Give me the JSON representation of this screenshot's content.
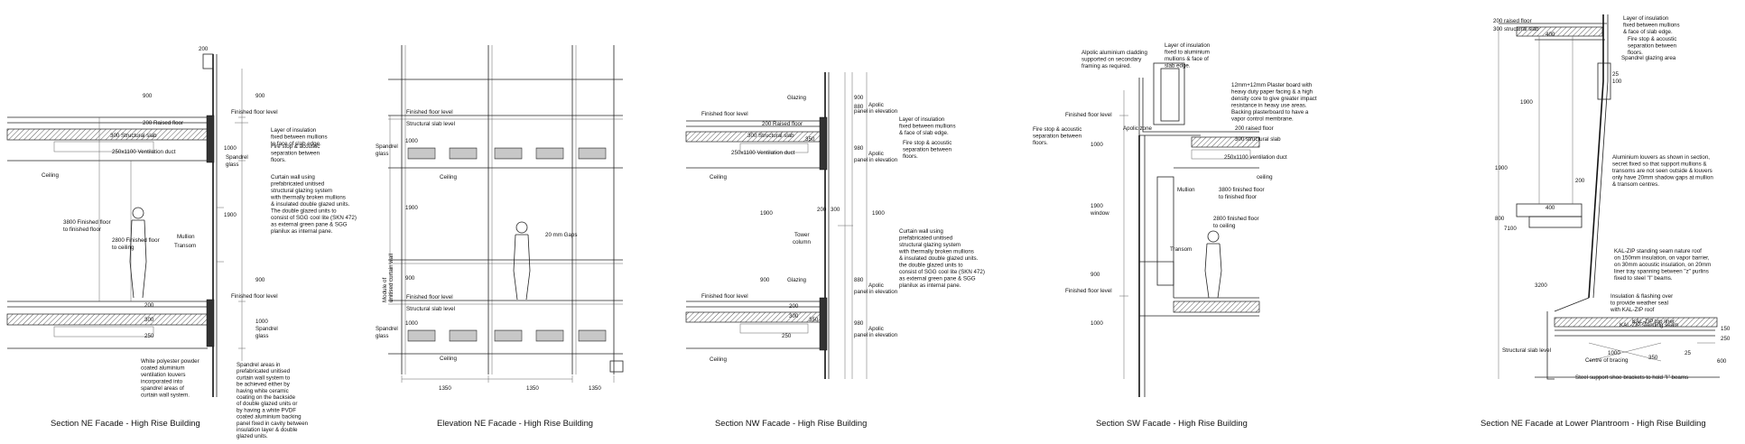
{
  "panels": [
    {
      "caption": "Section NE Facade - High Rise Building",
      "dims": [
        "200",
        "900",
        "900",
        "1000",
        "1900",
        "900",
        "1000"
      ],
      "labels": [
        "200 Raised floor",
        "300 Structural slab",
        "250x1100 Ventilation duct",
        "Ceiling",
        "3800 Finished floor\nto finished floor",
        "2800 Finished floor\nto ceiling",
        "Mullion",
        "Transom",
        "200",
        "300",
        "250",
        "Finished floor level",
        "Spandrel\nglass",
        "Finished floor level",
        "Spandrel\nglass"
      ],
      "notes": [
        "Layer of insulation\nfixed between mullions\nto face of slab edge.",
        "Fire stop & acoustic\nseparation between\nfloors.",
        "Curtain wall using\nprefabricated unitised\nstructural glazing system\nwith thermally broken mullions\n& insulated double glazed units.\nThe double glazed units to\nconsist of SGG cool lite (SKN 472)\nas external green pane & SGG\nplanilux as internal pane.",
        "White polyester powder\ncoated aluminium\nventilation louvers\nincorporated into\nspandrel areas of\ncurtain wall system.",
        "Spandrel areas in\nprefabricated unitised\ncurtain wall system to\nbe achieved either by\nhaving white ceramic\ncoating on the backside\nof double glazed units or\nby having a white PVDF\ncoated aluminium backing\npanel fixed in cavity between\ninsulation layer & double\nglazed units."
      ]
    },
    {
      "caption": "Elevation NE Facade - High Rise Building",
      "dims": [
        "1000",
        "1900",
        "900",
        "1000",
        "1350",
        "1350",
        "1350"
      ],
      "labels": [
        "Finished floor level",
        "Structural slab level",
        "Spandrel\nglass",
        "Ceiling",
        "Module of\nunitised curtain wall",
        "20 mm Gaps",
        "Finished floor level",
        "Structural slab level",
        "Spandrel\nglass",
        "Ceiling"
      ]
    },
    {
      "caption": "Section NW Facade - High Rise Building",
      "dims": [
        "900",
        "880",
        "980",
        "1900",
        "200",
        "300",
        "1900",
        "900",
        "880",
        "980"
      ],
      "labels": [
        "Glazing",
        "Finished floor level",
        "200 Raised floor",
        "300 Structural slab",
        "350",
        "250x1100 Ventilation duct",
        "Ceiling",
        "Tower\ncolumn",
        "Glazing",
        "Finished floor level",
        "200",
        "300",
        "350",
        "250",
        "Ceiling",
        "Apolic\npanel in elevation",
        "Apolic\npanel in elevation",
        "Apolic\npanel in elevation",
        "Apolic\npanel in elevation"
      ],
      "notes": [
        "Layer of insulation\nfixed between mullions\n& face of slab edge.",
        "Fire stop & acoustic\nseparation between\nfloors.",
        "Curtain wall using\nprefabricated unitised\nstructural glazing system\nwith thermally broken mullions\n& insulated double glazed units.\nthe double glazed units to\nconsist of SGG cool lite (SKN 472)\nas external green pane & SGG\nplanilux as internal pane."
      ]
    },
    {
      "caption": "Section SW Facade - High Rise Building",
      "dims": [
        "1000",
        "1900\nwindow",
        "900",
        "1000"
      ],
      "labels": [
        "Finished floor level",
        "Apolic zone",
        "200 raised floor",
        "300 structural slab",
        "250x1100 ventilation duct",
        "ceiling",
        "Mullion",
        "3800 finished floor\nto finished floor",
        "2800 finished floor\nto ceiling",
        "Transom",
        "Finished floor level"
      ],
      "notes": [
        "Alpolic aluminium cladding\nsupported on secondary\nframing as required.",
        "Layer of insulation\nfixed to aluminium\nmullions & face of\nslab edge.",
        "12mm+12mm Plaster board with\nheavy duty paper facing & a high\ndensity core to give greater impact\nresistance in heavy use areas.\nBacking plasterboard to have a\nvapor control membrane.",
        "Fire stop & acoustic\nseparation between\nfloors."
      ]
    },
    {
      "caption": "Section NE Facade at Lower Plantroom - High Rise Building",
      "dims": [
        "200 raised floor",
        "300 structural slab",
        "400",
        "1900",
        "1900",
        "200",
        "400",
        "800",
        "7100",
        "3200",
        "1000",
        "350",
        "25",
        "600",
        "150",
        "250",
        "100",
        "25"
      ],
      "labels": [
        "Spandrel glazing area",
        "KAL-ZIP top liner",
        "KAL-ZIP standing seam",
        "Centre of bracing",
        "Structural slab level",
        "Steel support shoe brackets to hold \"I\" beams"
      ],
      "notes": [
        "Layer of insulation\nfixed between mullions\n& face of slab edge.",
        "Fire stop & acoustic\nseparation between\nfloors.",
        "Aluminium louvers as shown in section,\nsecret fixed so that support mullions &\ntransoms are not seen outside & louvers\nonly have 20mm shadow gaps at mullion\n& transom centres.",
        "KAL-ZIP standing seam nature roof\non 150mm insulation, on vapor barrier,\non 30mm acoustic insulation, on 20mm\nliner tray spanning between \"z\" purlins\nfixed to steel \"I\" beams.",
        "Insulation & flashing over\nto provide weather seal\nwith KAL-ZIP roof"
      ]
    }
  ]
}
